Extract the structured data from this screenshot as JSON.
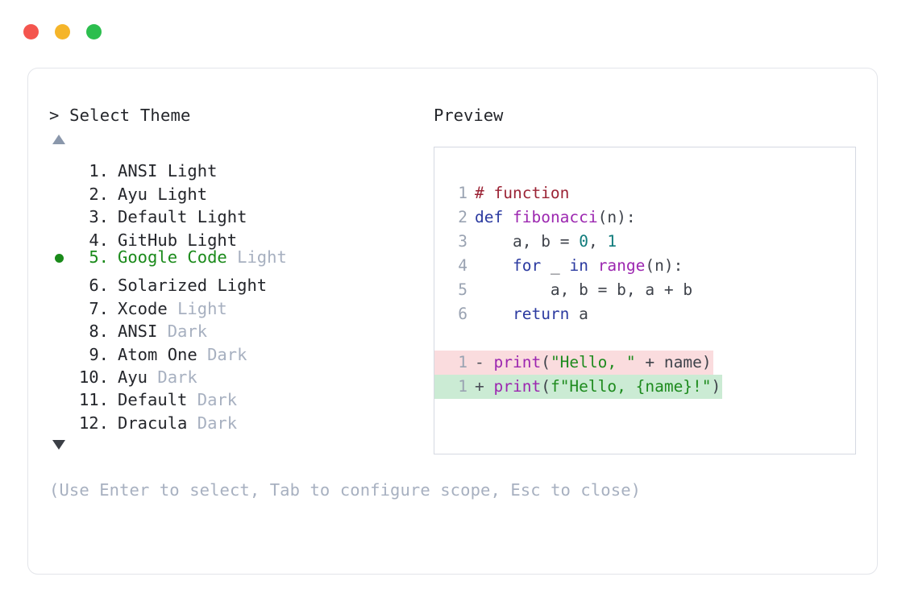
{
  "window": {
    "traffic_lights": [
      {
        "name": "close",
        "color": "#f4554e"
      },
      {
        "name": "minimize",
        "color": "#f5b52a"
      },
      {
        "name": "maximize",
        "color": "#2cbe4e"
      }
    ]
  },
  "picker": {
    "prompt_symbol": ">",
    "prompt_label": "Select Theme",
    "scroll_up_icon": "triangle-up-icon",
    "scroll_down_icon": "triangle-down-icon",
    "selected_index": 5,
    "selected_bullet": "●",
    "items": [
      {
        "index": "1.",
        "name": "ANSI",
        "suffix": "Light",
        "suffix_muted": false,
        "selected": false
      },
      {
        "index": "2.",
        "name": "Ayu",
        "suffix": "Light",
        "suffix_muted": false,
        "selected": false
      },
      {
        "index": "3.",
        "name": "Default",
        "suffix": "Light",
        "suffix_muted": false,
        "selected": false
      },
      {
        "index": "4.",
        "name": "GitHub",
        "suffix": "Light",
        "suffix_muted": false,
        "selected": false
      },
      {
        "index": "5.",
        "name": "Google Code",
        "suffix": "Light",
        "suffix_muted": true,
        "selected": true
      },
      {
        "index": "6.",
        "name": "Solarized",
        "suffix": "Light",
        "suffix_muted": false,
        "selected": false
      },
      {
        "index": "7.",
        "name": "Xcode",
        "suffix": "Light",
        "suffix_muted": true,
        "selected": false
      },
      {
        "index": "8.",
        "name": "ANSI",
        "suffix": "Dark",
        "suffix_muted": true,
        "selected": false
      },
      {
        "index": "9.",
        "name": "Atom One",
        "suffix": "Dark",
        "suffix_muted": true,
        "selected": false
      },
      {
        "index": "10.",
        "name": "Ayu",
        "suffix": "Dark",
        "suffix_muted": true,
        "selected": false
      },
      {
        "index": "11.",
        "name": "Default",
        "suffix": "Dark",
        "suffix_muted": true,
        "selected": false
      },
      {
        "index": "12.",
        "name": "Dracula",
        "suffix": "Dark",
        "suffix_muted": true,
        "selected": false
      }
    ],
    "hint": "(Use Enter to select, Tab to configure scope, Esc to close)"
  },
  "preview": {
    "label": "Preview",
    "code_lines": [
      {
        "num": "1",
        "text": "# function"
      },
      {
        "num": "2",
        "text": "def fibonacci(n):"
      },
      {
        "num": "3",
        "text": "    a, b = 0, 1"
      },
      {
        "num": "4",
        "text": "    for _ in range(n):"
      },
      {
        "num": "5",
        "text": "        a, b = b, a + b"
      },
      {
        "num": "6",
        "text": "    return a"
      }
    ],
    "diff_lines": [
      {
        "num": "1",
        "marker": "-",
        "text": "print(\"Hello, \" + name)",
        "kind": "del"
      },
      {
        "num": "1",
        "marker": "+",
        "text": "print(f\"Hello, {name}!\")",
        "kind": "add"
      }
    ]
  },
  "colors": {
    "selected_green": "#1a8a1a",
    "muted_text": "#a7b0c0",
    "keyword_blue": "#2b3aa0",
    "function_purple": "#9c27b0",
    "number_teal": "#0f7b7b",
    "string_green": "#1e8b1e",
    "comment_red": "#9b2335",
    "diff_delete_bg": "#fadcde",
    "diff_add_bg": "#cbebd4",
    "card_border": "#e3e5ea",
    "preview_border": "#d5d9e2"
  }
}
